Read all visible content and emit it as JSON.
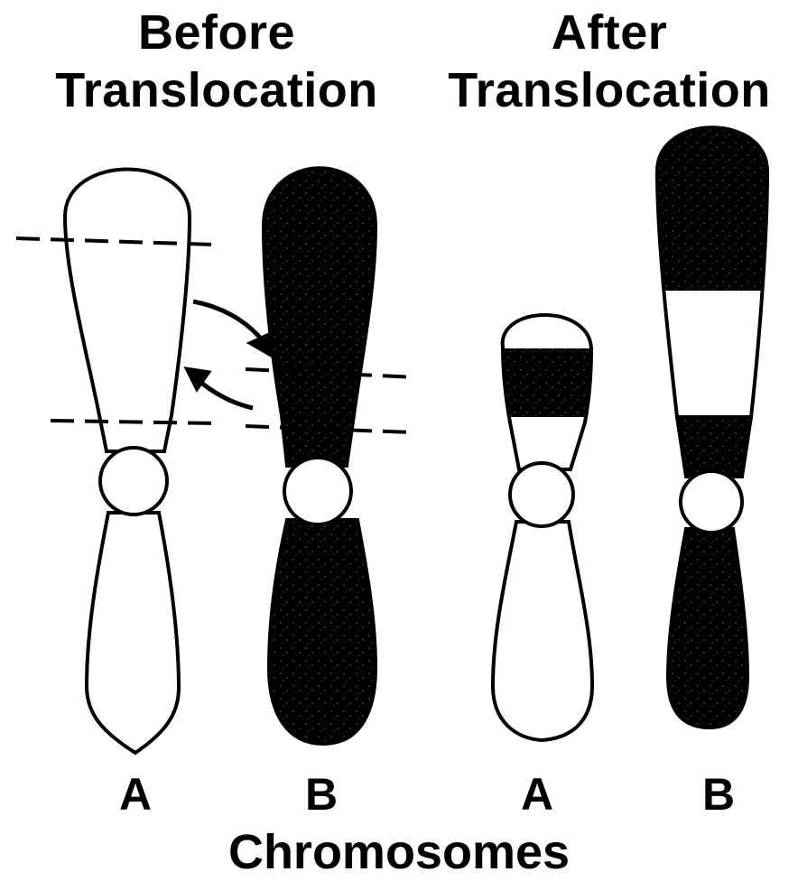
{
  "headings": {
    "before": [
      "Before",
      "Translocation"
    ],
    "after": [
      "After",
      "Translocation"
    ]
  },
  "labels": {
    "before_a": "A",
    "before_b": "B",
    "after_a": "A",
    "after_b": "B"
  },
  "caption": "Chromosomes",
  "colors": {
    "outline": "#000000",
    "fill_light": "#ffffff",
    "fill_dark": "#000000",
    "speckle": "#555555"
  }
}
